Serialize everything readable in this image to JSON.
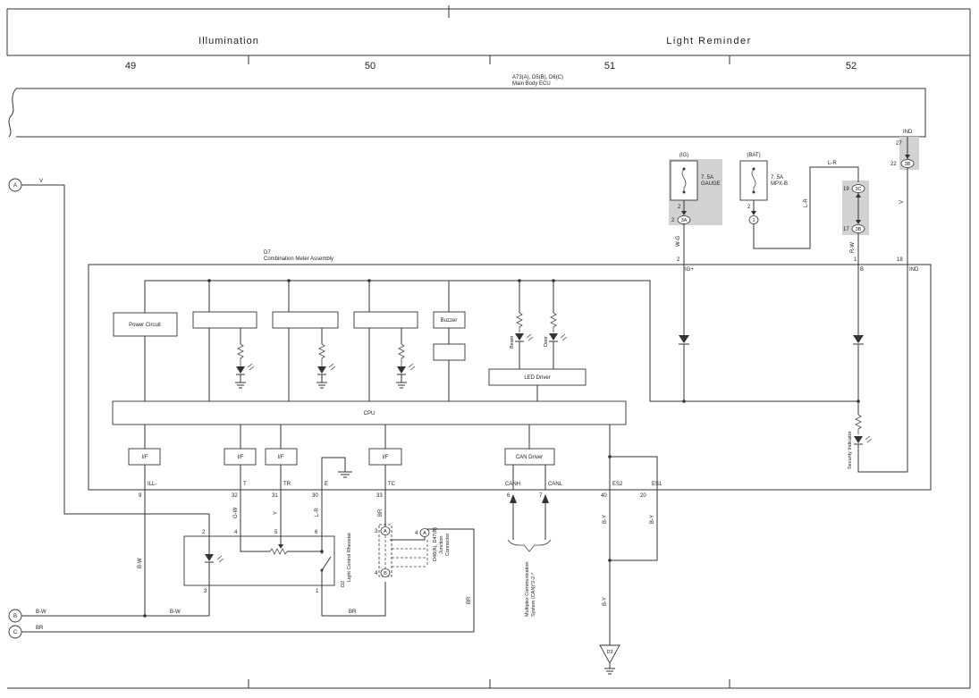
{
  "header": {
    "left_title": "Illumination",
    "right_title": "Light Reminder",
    "columns": [
      "49",
      "50",
      "51",
      "52"
    ]
  },
  "ecu": {
    "label_line1": "A73(A), D5(B), D6(C)",
    "label_line2": "Main Body ECU",
    "pin_ind": "IND"
  },
  "meter": {
    "label_line1": "D7",
    "label_line2": "Combination Meter Assembly",
    "blocks": {
      "power_circuit": "Power Circuit",
      "buzzer": "Buzzer",
      "cpu": "CPU",
      "led_driver": "LED Driver",
      "can_driver": "CAN Driver",
      "if": "I/F",
      "beam": "Beam",
      "door": "Door",
      "security": "Security Indicator"
    },
    "pins_bottom": [
      {
        "num": "9",
        "name": "ILL-"
      },
      {
        "num": "32",
        "name": "T"
      },
      {
        "num": "31",
        "name": "TR"
      },
      {
        "num": "30",
        "name": "E"
      },
      {
        "num": "33",
        "name": "TC"
      },
      {
        "num": "6",
        "name": "CANH"
      },
      {
        "num": "7",
        "name": "CANL"
      },
      {
        "num": "40",
        "name": "ES2"
      },
      {
        "num": "20",
        "name": "ES1"
      }
    ],
    "pins_top": [
      {
        "num": "2",
        "name": "IG+"
      },
      {
        "num": "1",
        "name": "B"
      },
      {
        "num": "18",
        "name": "IND"
      }
    ]
  },
  "fuses": [
    {
      "source": "(IG)",
      "rating": "7. 5A",
      "name": "GAUGE",
      "pin": "2",
      "conn": "3A",
      "pin_top": "2"
    },
    {
      "source": "(BAT)",
      "rating": "7. 5A",
      "name": "MPX-B",
      "pin": "2",
      "conn": "1"
    }
  ],
  "connectors": {
    "c3c_pin": "19",
    "c3c": "3C",
    "c3b_pin": "17",
    "c3b": "3B",
    "ind_pin": "27",
    "ind_pin2": "22",
    "ind_conn": "3B"
  },
  "wires": {
    "v": "V",
    "l_r": "L-R",
    "w_g": "W-G",
    "r_w": "R-W",
    "b_w": "B-W",
    "g_w": "G-W",
    "y": "Y",
    "br": "BR",
    "b_y": "B-Y"
  },
  "rheostat": {
    "label_line1": "D2",
    "label_line2": "Light Control Rheostat",
    "pins": [
      "2",
      "4",
      "5",
      "6",
      "3",
      "1"
    ]
  },
  "junction": {
    "label_line1": "D48(A), D47(B)",
    "label_line2": "Junction",
    "label_line3": "Connector",
    "conn_a": "A",
    "conn_b": "B",
    "pins": [
      "3",
      "4",
      "4"
    ]
  },
  "can_system": {
    "line1": "Multiplex Communication",
    "line2": "System (CAN)*2-2-*"
  },
  "ground": "D3",
  "edge_markers": [
    "A",
    "B",
    "C"
  ]
}
